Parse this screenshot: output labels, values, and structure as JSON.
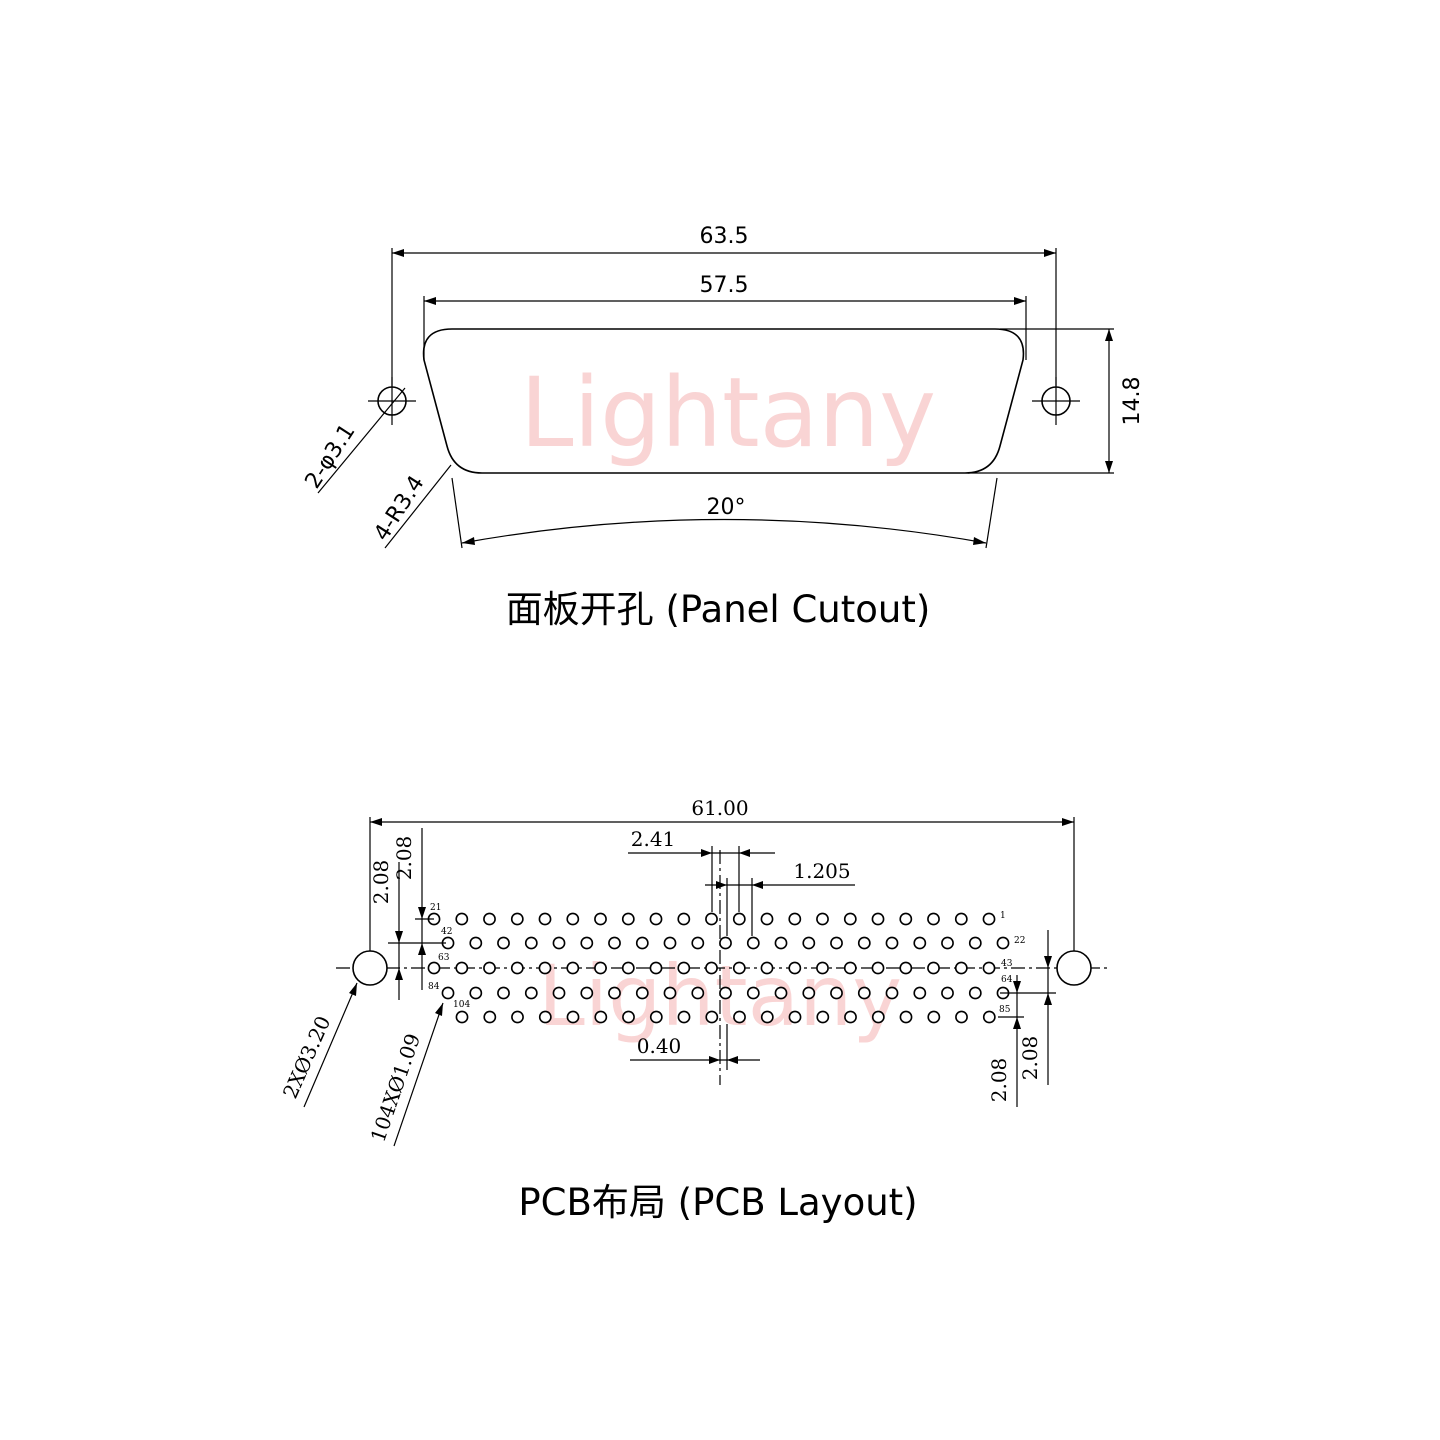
{
  "watermark": "Lightany",
  "panel": {
    "title": "面板开孔 (Panel Cutout)",
    "dim_overall_width": "63.5",
    "dim_cutout_width": "57.5",
    "dim_height": "14.8",
    "dim_angle": "20°",
    "label_mount_holes": "2-φ3.1",
    "label_corner_radius": "4-R3.4"
  },
  "pcb": {
    "title": "PCB布局 (PCB Layout)",
    "dim_overall": "61.00",
    "dim_pitch": "2.41",
    "dim_half_pitch": "1.205",
    "dim_offset": "0.40",
    "dim_row_left_outer": "2.08",
    "dim_row_left_inner": "2.08",
    "dim_row_right_inner": "2.08",
    "dim_row_right_outer": "2.08",
    "label_mount_holes": "2XØ3.20",
    "label_pin_holes": "104XØ1.09",
    "pin_labels": {
      "p21": "21",
      "p42": "42",
      "p63": "63",
      "p84": "84",
      "p104": "104",
      "p1": "1",
      "p22": "22",
      "p43": "43",
      "p64": "64",
      "p85": "85"
    },
    "rows": [
      {
        "first": 21,
        "last": 1,
        "count": 21
      },
      {
        "first": 42,
        "last": 22,
        "count": 21
      },
      {
        "first": 63,
        "last": 43,
        "count": 21
      },
      {
        "first": 84,
        "last": 64,
        "count": 21
      },
      {
        "first": 104,
        "last": 85,
        "count": 20
      }
    ]
  }
}
